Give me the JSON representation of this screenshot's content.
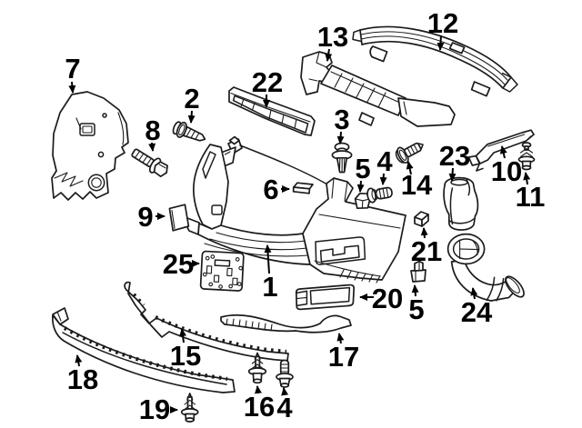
{
  "diagram": {
    "type": "exploded-parts-diagram",
    "colors": {
      "background": "#ffffff",
      "line": "#1b1b1b",
      "label_text": "#000000"
    },
    "callouts": [
      {
        "label": "7",
        "part_ref": "wheelhouse-liner"
      },
      {
        "label": "2",
        "part_ref": "push-retainer"
      },
      {
        "label": "8",
        "part_ref": "hex-bolt"
      },
      {
        "label": "22",
        "part_ref": "grille-air-deflector"
      },
      {
        "label": "13",
        "part_ref": "energy-absorber"
      },
      {
        "label": "12",
        "part_ref": "impact-bar"
      },
      {
        "label": "3",
        "part_ref": "push-retainer"
      },
      {
        "label": "5",
        "part_ref": "u-nut-upper"
      },
      {
        "label": "4",
        "part_ref": "screw-upper"
      },
      {
        "label": "14",
        "part_ref": "screw-and-washer"
      },
      {
        "label": "23",
        "part_ref": "air-outlet-duct"
      },
      {
        "label": "10",
        "part_ref": "side-bracket"
      },
      {
        "label": "11",
        "part_ref": "push-rivet"
      },
      {
        "label": "9",
        "part_ref": "spacer-pad"
      },
      {
        "label": "6",
        "part_ref": "guide-bracket"
      },
      {
        "label": "21",
        "part_ref": "square-nut"
      },
      {
        "label": "5",
        "part_ref": "u-nut-lower"
      },
      {
        "label": "24",
        "part_ref": "air-intake-duct"
      },
      {
        "label": "20",
        "part_ref": "lower-grille-insert"
      },
      {
        "label": "25",
        "part_ref": "license-plate-bracket"
      },
      {
        "label": "1",
        "part_ref": "bumper-cover"
      },
      {
        "label": "15",
        "part_ref": "upper-deflector"
      },
      {
        "label": "17",
        "part_ref": "lower-support-strip"
      },
      {
        "label": "18",
        "part_ref": "air-dam-valance"
      },
      {
        "label": "19",
        "part_ref": "push-rivet"
      },
      {
        "label": "16",
        "part_ref": "push-rivet"
      },
      {
        "label": "4",
        "part_ref": "screw-lower"
      }
    ]
  }
}
